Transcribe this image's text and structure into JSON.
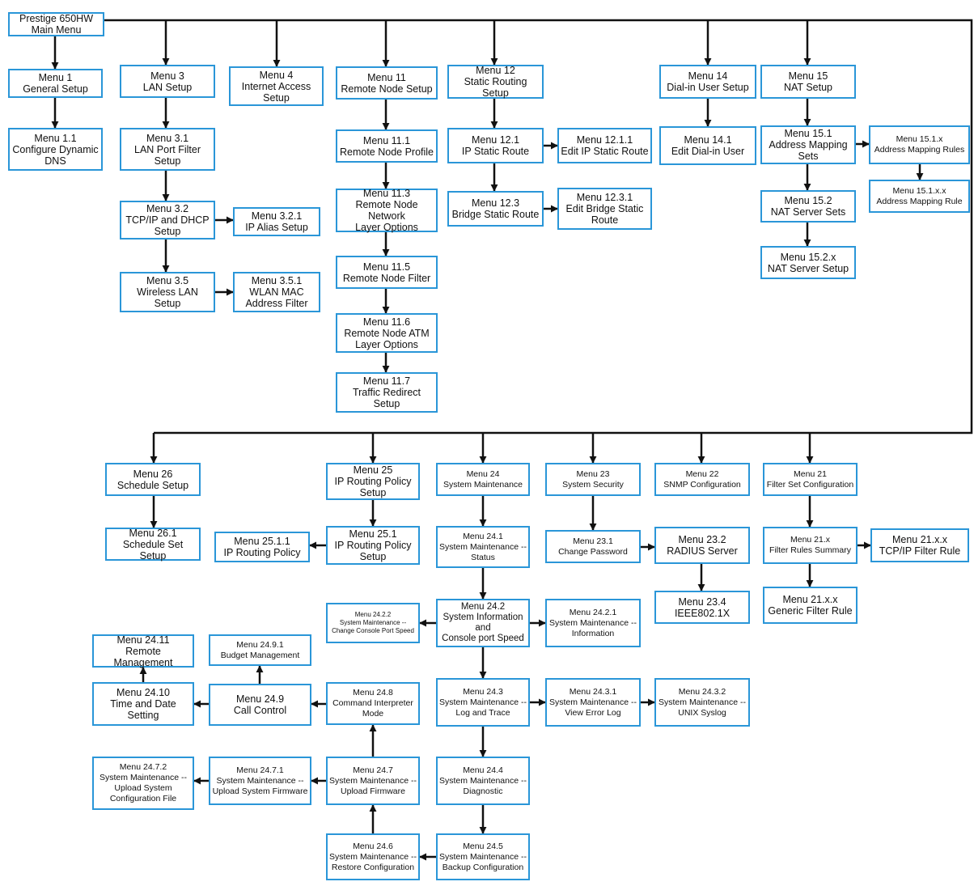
{
  "colors": {
    "box_border": "#2a96d8",
    "line": "#111111",
    "background": "#ffffff"
  },
  "nodes": {
    "root": "Prestige 650HW\nMain Menu",
    "m1": "Menu 1\nGeneral Setup",
    "m1_1": "Menu 1.1\nConfigure Dynamic\nDNS",
    "m3": "Menu 3\nLAN Setup",
    "m3_1": "Menu 3.1\nLAN Port Filter\nSetup",
    "m3_2": "Menu 3.2\nTCP/IP and DHCP\nSetup",
    "m3_2_1": "Menu 3.2.1\nIP Alias Setup",
    "m3_5": "Menu 3.5\nWireless LAN\nSetup",
    "m3_5_1": "Menu 3.5.1\nWLAN MAC\nAddress Filter",
    "m4": "Menu 4\nInternet Access\nSetup",
    "m11": "Menu 11\nRemote Node Setup",
    "m11_1": "Menu 11.1\nRemote Node Profile",
    "m11_3": "Menu 11.3\nRemote Node Network\nLayer Options",
    "m11_5": "Menu 11.5\nRemote Node Filter",
    "m11_6": "Menu 11.6\nRemote Node ATM\nLayer Options",
    "m11_7": "Menu 11.7\nTraffic Redirect\nSetup",
    "m12": "Menu 12\nStatic Routing Setup",
    "m12_1": "Menu 12.1\nIP Static Route",
    "m12_1_1": "Menu 12.1.1\nEdit IP Static Route",
    "m12_3": "Menu 12.3\nBridge Static Route",
    "m12_3_1": "Menu 12.3.1\nEdit Bridge Static\nRoute",
    "m14": "Menu 14\nDial-in User Setup",
    "m14_1": "Menu 14.1\nEdit Dial-in User",
    "m15": "Menu 15\nNAT Setup",
    "m15_1": "Menu 15.1\nAddress Mapping Sets",
    "m15_1_x": "Menu 15.1.x\nAddress Mapping Rules",
    "m15_1_x_x": "Menu 15.1.x.x\nAddress Mapping Rule",
    "m15_2": "Menu 15.2\nNAT Server Sets",
    "m15_2_x": "Menu 15.2.x\nNAT Server Setup",
    "m26": "Menu 26\nSchedule Setup",
    "m26_1": "Menu 26.1\nSchedule Set Setup",
    "m25": "Menu 25\nIP Routing Policy\nSetup",
    "m25_1": "Menu 25.1\nIP Routing Policy\nSetup",
    "m25_1_1": "Menu 25.1.1\nIP Routing Policy",
    "m24": "Menu 24\nSystem Maintenance",
    "m24_1": "Menu 24.1\nSystem Maintenance --\nStatus",
    "m24_2": "Menu 24.2\nSystem Information and\nConsole port Speed",
    "m24_2_1": "Menu 24.2.1\nSystem Maintenance --\nInformation",
    "m24_2_2": "Menu 24.2.2\nSystem Maintenance --\nChange Console Port Speed",
    "m24_3": "Menu 24.3\nSystem Maintenance --\nLog and Trace",
    "m24_3_1": "Menu 24.3.1\nSystem Maintenance --\nView Error Log",
    "m24_3_2": "Menu 24.3.2\nSystem Maintenance --\nUNIX Syslog",
    "m24_4": "Menu 24.4\nSystem Maintenance --\nDiagnostic",
    "m24_5": "Menu 24.5\nSystem Maintenance --\nBackup Configuration",
    "m24_6": "Menu 24.6\nSystem Maintenance --\nRestore Configuration",
    "m24_7": "Menu 24.7\nSystem Maintenance --\nUpload Firmware",
    "m24_7_1": "Menu 24.7.1\nSystem Maintenance --\nUpload System Firmware",
    "m24_7_2": "Menu 24.7.2\nSystem Maintenance --\nUpload System\nConfiguration File",
    "m24_8": "Menu 24.8\nCommand Interpreter\nMode",
    "m24_9": "Menu 24.9\nCall Control",
    "m24_9_1": "Menu 24.9.1\nBudget Management",
    "m24_10": "Menu 24.10\nTime and Date\nSetting",
    "m24_11": "Menu 24.11\nRemote Management",
    "m23": "Menu 23\nSystem Security",
    "m23_1": "Menu 23.1\nChange Password",
    "m23_2": "Menu 23.2\nRADIUS Server",
    "m23_4": "Menu 23.4\nIEEE802.1X",
    "m22": "Menu 22\nSNMP Configuration",
    "m21": "Menu 21\nFilter Set Configuration",
    "m21_x": "Menu 21.x\nFilter Rules Summary",
    "m21_x_x_tcp": "Menu 21.x.x\nTCP/IP Filter Rule",
    "m21_x_x_gen": "Menu 21.x.x\nGeneric Filter Rule"
  }
}
